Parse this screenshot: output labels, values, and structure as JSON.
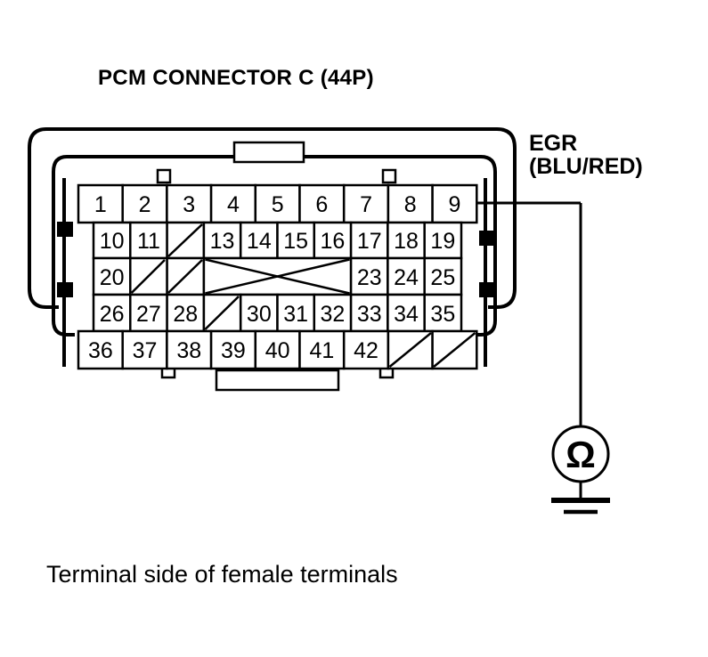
{
  "title": "PCM CONNECTOR C (44P)",
  "caption": "Terminal side of female terminals",
  "wire": {
    "signal_label": "EGR",
    "wire_color_label": "(BLU/RED)",
    "from_terminal": "9",
    "meter_symbol": "Ω",
    "meter_type": "ohmmeter",
    "ground_symbol": "earth-ground"
  },
  "connector": {
    "name": "PCM CONNECTOR C",
    "pin_count": "44P",
    "rows": [
      {
        "row": 1,
        "cells": [
          {
            "label": "1",
            "state": "pin"
          },
          {
            "label": "2",
            "state": "pin"
          },
          {
            "label": "3",
            "state": "pin"
          },
          {
            "label": "4",
            "state": "pin"
          },
          {
            "label": "5",
            "state": "pin"
          },
          {
            "label": "6",
            "state": "pin"
          },
          {
            "label": "7",
            "state": "pin"
          },
          {
            "label": "8",
            "state": "pin"
          },
          {
            "label": "9",
            "state": "pin"
          }
        ]
      },
      {
        "row": 2,
        "cells": [
          {
            "label": "10",
            "state": "pin"
          },
          {
            "label": "11",
            "state": "pin"
          },
          {
            "label": "",
            "state": "blank-slash"
          },
          {
            "label": "13",
            "state": "pin"
          },
          {
            "label": "14",
            "state": "pin"
          },
          {
            "label": "15",
            "state": "pin"
          },
          {
            "label": "16",
            "state": "pin"
          },
          {
            "label": "17",
            "state": "pin"
          },
          {
            "label": "18",
            "state": "pin"
          },
          {
            "label": "19",
            "state": "pin"
          }
        ]
      },
      {
        "row": 3,
        "cells": [
          {
            "label": "20",
            "state": "pin"
          },
          {
            "label": "",
            "state": "blank-slash"
          },
          {
            "label": "",
            "state": "blank-slash"
          },
          {
            "label": "",
            "state": "blank-cross-wide"
          },
          {
            "label": "23",
            "state": "pin"
          },
          {
            "label": "24",
            "state": "pin"
          },
          {
            "label": "25",
            "state": "pin"
          }
        ]
      },
      {
        "row": 4,
        "cells": [
          {
            "label": "26",
            "state": "pin"
          },
          {
            "label": "27",
            "state": "pin"
          },
          {
            "label": "28",
            "state": "pin"
          },
          {
            "label": "",
            "state": "blank-slash"
          },
          {
            "label": "30",
            "state": "pin"
          },
          {
            "label": "31",
            "state": "pin"
          },
          {
            "label": "32",
            "state": "pin"
          },
          {
            "label": "33",
            "state": "pin"
          },
          {
            "label": "34",
            "state": "pin"
          },
          {
            "label": "35",
            "state": "pin"
          }
        ]
      },
      {
        "row": 5,
        "cells": [
          {
            "label": "36",
            "state": "pin"
          },
          {
            "label": "37",
            "state": "pin"
          },
          {
            "label": "38",
            "state": "pin"
          },
          {
            "label": "39",
            "state": "pin"
          },
          {
            "label": "40",
            "state": "pin"
          },
          {
            "label": "41",
            "state": "pin"
          },
          {
            "label": "42",
            "state": "pin"
          },
          {
            "label": "",
            "state": "blank-slash"
          },
          {
            "label": "",
            "state": "blank-slash"
          }
        ]
      }
    ]
  },
  "colors": {
    "ink": "#000000",
    "paper": "#ffffff"
  }
}
